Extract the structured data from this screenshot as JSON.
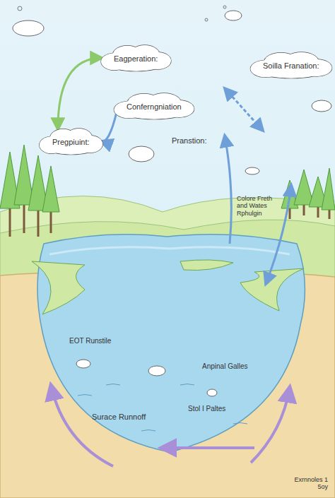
{
  "diagram": {
    "nodes": [
      {
        "text": [
          "Eagperation:"
        ]
      },
      {
        "text": [
          "Soilla Franation:"
        ]
      },
      {
        "text": [
          "Conferngniation"
        ]
      },
      {
        "text": [
          "Pregpiuint:"
        ]
      }
    ],
    "edges": [
      {
        "from": 3,
        "to": 0,
        "arrow": "both"
      },
      {
        "from": 2,
        "to": 3,
        "arrow": "to"
      }
    ],
    "labels": [
      "Pranstion:",
      "Colore Freth and Wates Rphulgin",
      "EOT Runstile",
      "Surace Runnoff",
      "Anpinal Galles",
      "Stol I Paltes",
      "Exrnnoles 1 5oy"
    ]
  }
}
